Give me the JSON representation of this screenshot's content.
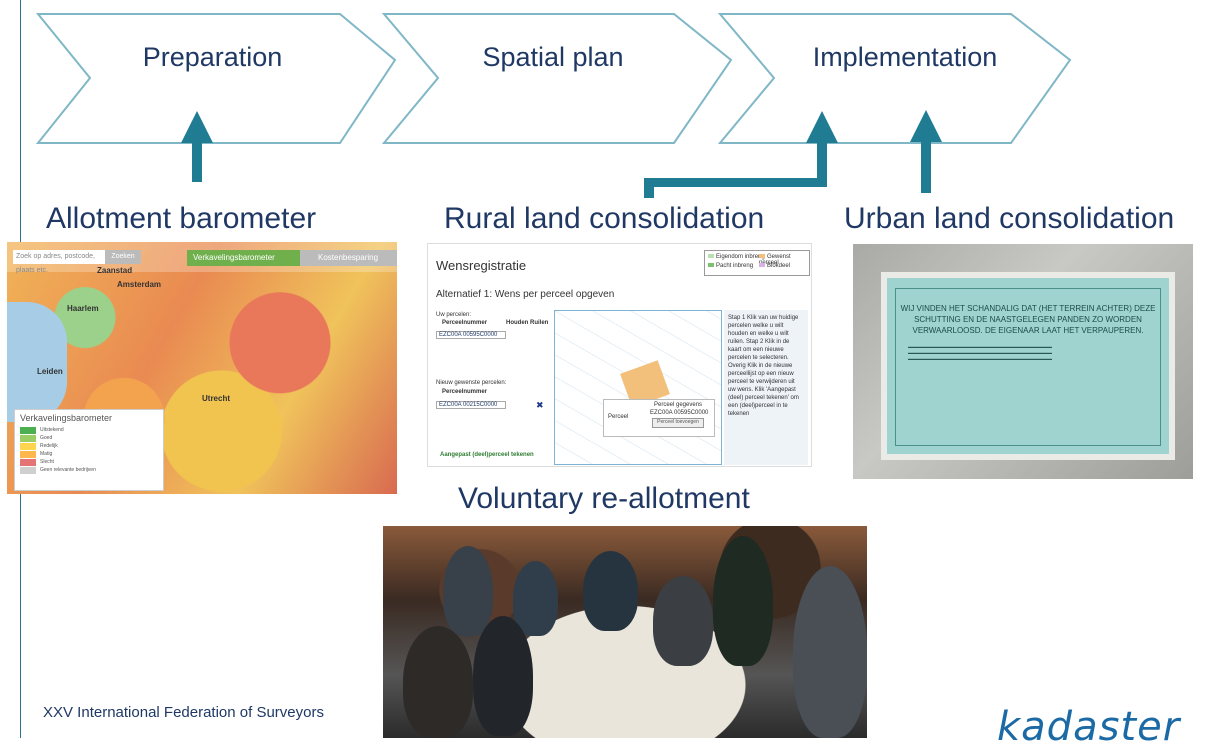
{
  "steps": [
    {
      "label": "Preparation"
    },
    {
      "label": "Spatial plan"
    },
    {
      "label": "Implementation"
    }
  ],
  "captions": {
    "allotment": "Allotment barometer",
    "rural": "Rural land consolidation",
    "urban": "Urban land consolidation",
    "voluntary": "Voluntary re-allotment"
  },
  "map_panel": {
    "search_placeholder": "Zoek op adres, postcode, plaats etc.",
    "search_button": "Zoeken",
    "tab_active": "Verkavelingsbarometer",
    "tab_inactive": "Kostenbesparing",
    "cities": [
      "Amsterdam",
      "Haarlem",
      "Leiden",
      "Utrecht",
      "Zaanstad"
    ],
    "legend_title": "Verkavelingsbarometer",
    "legend_items": [
      {
        "label": "Uitstekend",
        "color": "#4caf50"
      },
      {
        "label": "Goed",
        "color": "#9ccc65"
      },
      {
        "label": "Redelijk",
        "color": "#ffd54f"
      },
      {
        "label": "Matig",
        "color": "#ffb74d"
      },
      {
        "label": "Slecht",
        "color": "#e57373"
      },
      {
        "label": "Geen relevante bedrijven",
        "color": "#cfcfcf"
      }
    ]
  },
  "wens_panel": {
    "title": "Wensregistratie",
    "subtitle": "Alternatief 1: Wens per perceel opgeven",
    "uw_percelen": "Uw percelen:",
    "col1": "Perceelnummer",
    "col2": "Houden Ruilen",
    "perceel1": "EZC00A 00595C0000",
    "nieuw": "Nieuw gewenste percelen:",
    "col3": "Perceelnummer",
    "perceel2": "EZC00A 00215C0000",
    "popup_label": "Perceel",
    "popup_title": "Perceel gegevens",
    "popup_id": "EZC00A 00595C0000",
    "popup_button": "Perceel toevoegen",
    "side_text": "Stap 1 Klik van uw huidige percelen welke u wilt houden en welke u wilt ruilen. Stap 2 Klik in de kaart om een nieuwe percelen te selecteren. Overig Klik in de nieuwe perceellijst op een nieuw perceel te verwijderen uit uw wens. Klik 'Aangepast (deel) perceel tekenen' om een (deel)perceel in te tekenen",
    "legend_l1": "Eigendom inbreng",
    "legend_l2": "Pacht inbreng",
    "legend_r1": "Gewenst perceel",
    "legend_r2": "Blokdeel",
    "bottom_link": "Aangepast (deel)perceel tekenen"
  },
  "notice": {
    "heading": "WIJ VINDEN HET SCHANDALIG DAT (HET TERREIN ACHTER) DEZE SCHUTTING EN DE NAASTGELEGEN PANDEN ZO WORDEN VERWAARLOOSD. DE EIGENAAR LAAT HET VERPAUPEREN."
  },
  "footer": "XXV International Federation of Surveyors",
  "logo": "kadaster",
  "colors": {
    "arrow": "#1f7c93",
    "chevron_stroke": "#7fb7c7",
    "text": "#1f3864"
  }
}
